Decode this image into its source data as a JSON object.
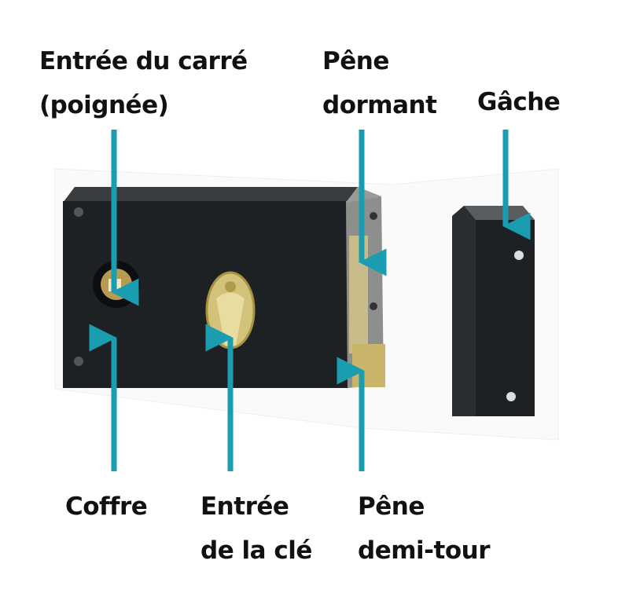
{
  "labels": {
    "entree_carre": [
      "Entrée du carré",
      "(poignée)"
    ],
    "pene_dormant": [
      "Pêne",
      "dormant"
    ],
    "gache": "Gâche",
    "coffre": "Coffre",
    "entree_cle": [
      "Entrée",
      "de la clé"
    ],
    "pene_demi_tour": [
      "Pêne",
      "demi-tour"
    ]
  },
  "colors": {
    "arrow": "#1a9db0",
    "lock_body": "#1e2124",
    "brass": "#c9b56a"
  }
}
